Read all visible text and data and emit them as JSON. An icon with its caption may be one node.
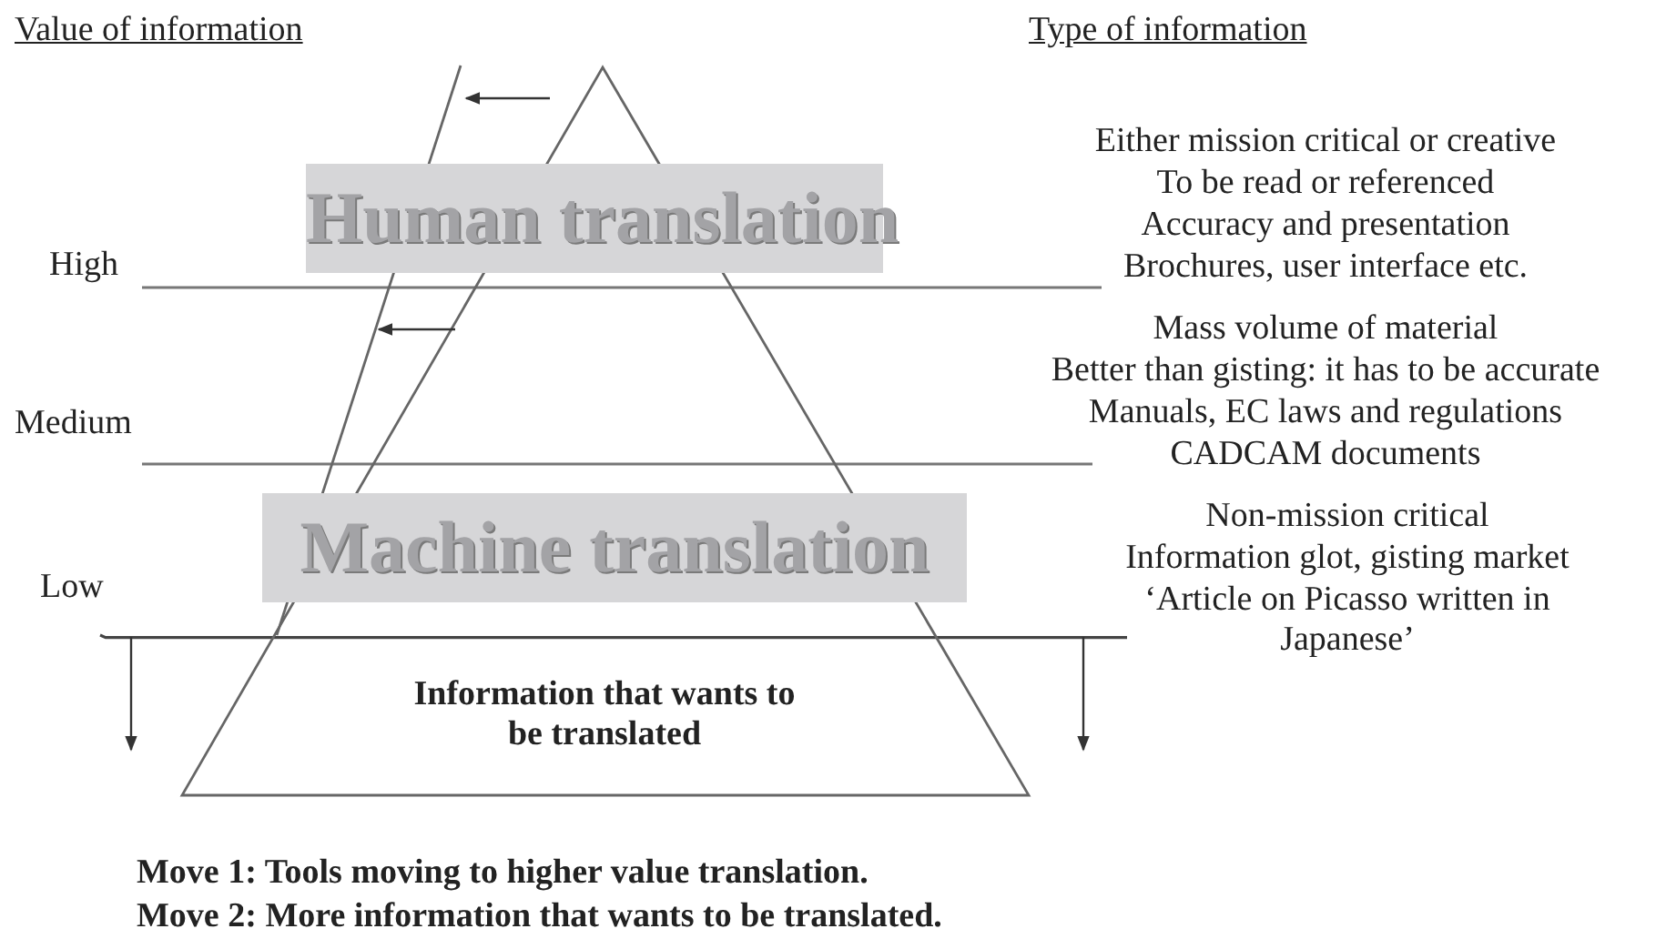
{
  "diagram": {
    "labels": [
      "Value of information",
      "Type of information",
      "Either mission critical or creative",
      "To be read or referenced",
      "Human translation",
      "Accuracy and presentation",
      "High",
      "Brochures, user interface etc.",
      "Mass volume of material",
      "Better than gisting: it has to be accurate",
      "Manuals, EC laws and regulations",
      "Medium",
      "CADCAM documents",
      "Machine translation",
      "Non-mission critical",
      "Information glot, gisting market",
      "Low",
      "‘Article on Picasso written in Japanese’",
      "Information that wants to be translated",
      "Move 1: Tools moving to higher value translation.",
      "Move 2: More information that wants to be translated."
    ]
  }
}
